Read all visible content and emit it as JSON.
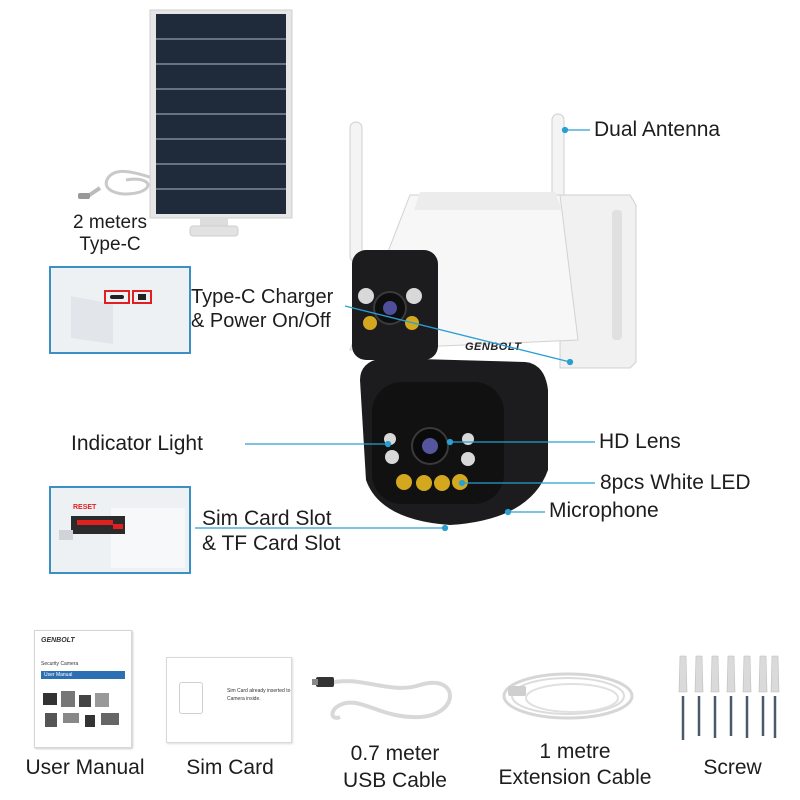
{
  "callouts": {
    "cable_length_line1": "2 meters",
    "cable_length_line2": "Type-C",
    "dual_antenna": "Dual Antenna",
    "charger_line1": "Type-C Charger",
    "charger_line2": "& Power On/Off",
    "indicator_light": "Indicator Light",
    "hd_lens": "HD Lens",
    "white_led": "8pcs White LED",
    "microphone": "Microphone",
    "slot_line1": "Sim Card Slot",
    "slot_line2": "& TF Card Slot",
    "reset": "RESET"
  },
  "camera": {
    "brand": "GENBOLT"
  },
  "accessories": {
    "manual": {
      "label": "User Manual",
      "brand": "GENBOLT",
      "subtitle": "Security Camera",
      "header": "User Manual"
    },
    "sim": {
      "label": "Sim Card",
      "note_line1": "Sim Card already inserted to",
      "note_line2": "Camera inside."
    },
    "usb": {
      "label_line1": "0.7 meter",
      "label_line2": "USB Cable"
    },
    "extension": {
      "label_line1": "1 metre",
      "label_line2": "Extension Cable"
    },
    "screw": {
      "label": "Screw"
    }
  },
  "colors": {
    "leader": "#2a9fd0",
    "inset_border": "#3a8fc4",
    "reset_red": "#e02020",
    "camera_black": "#1c1c1e",
    "camera_white": "#f2f2f2"
  }
}
